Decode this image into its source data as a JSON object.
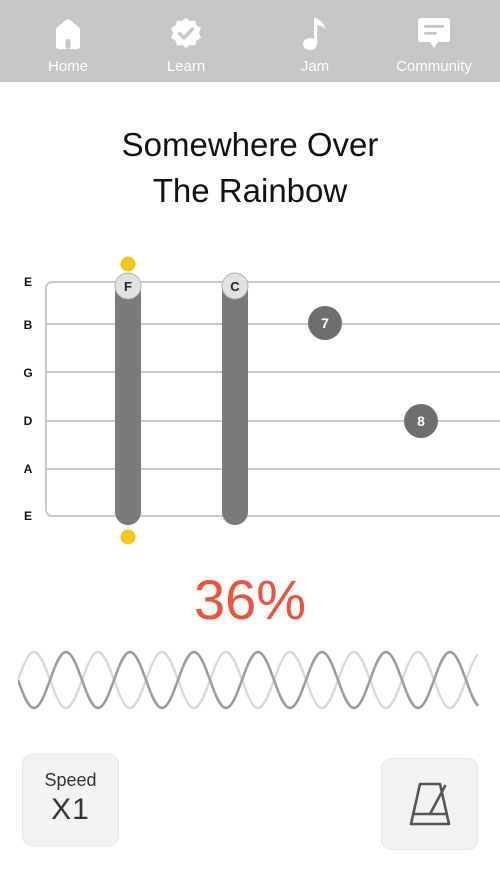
{
  "nav": {
    "items": [
      {
        "label": "Home",
        "icon": "home-icon"
      },
      {
        "label": "Learn",
        "icon": "badge-check-icon"
      },
      {
        "label": "Jam",
        "icon": "music-note-icon"
      },
      {
        "label": "Community",
        "icon": "chat-icon"
      }
    ]
  },
  "song": {
    "title_line1": "Somewhere Over",
    "title_line2": "The Rainbow"
  },
  "fretboard": {
    "strings": [
      "E",
      "B",
      "G",
      "D",
      "A",
      "E"
    ],
    "chords": [
      {
        "label": "F",
        "active": true
      },
      {
        "label": "C",
        "active": false
      }
    ],
    "notes": [
      {
        "label": "7",
        "string": "B"
      },
      {
        "label": "8",
        "string": "D"
      }
    ]
  },
  "progress": {
    "percent_text": "36%",
    "percent": 36
  },
  "controls": {
    "speed_label": "Speed",
    "speed_value": "X1",
    "metronome_icon": "metronome-icon"
  },
  "colors": {
    "nav_bg": "#c6c6c6",
    "accent_red": "#e9553f",
    "marker_yellow": "#f5c518",
    "bar_gray": "#7a7a7a"
  }
}
